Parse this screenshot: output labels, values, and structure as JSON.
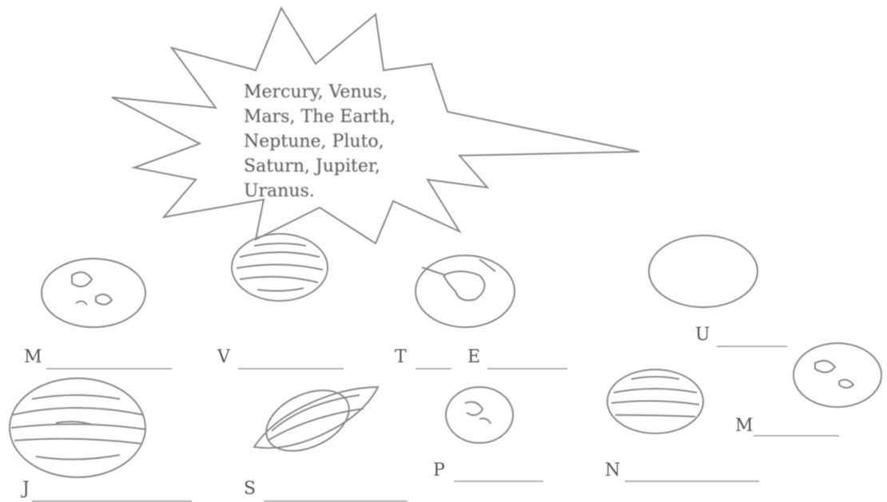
{
  "word_bank": {
    "lines": [
      "Mercury, Venus,",
      "Mars, The Earth,",
      "Neptune, Pluto,",
      "Saturn,  Jupiter,",
      "Uranus."
    ]
  },
  "labels": {
    "mercury": "M",
    "venus": "V",
    "earth_t": "T",
    "earth_e": "E",
    "uranus": "U",
    "mars": "M",
    "jupiter": "J",
    "saturn": "S",
    "pluto": "P",
    "neptune": "N"
  },
  "colors": {
    "ink": "#555555"
  }
}
